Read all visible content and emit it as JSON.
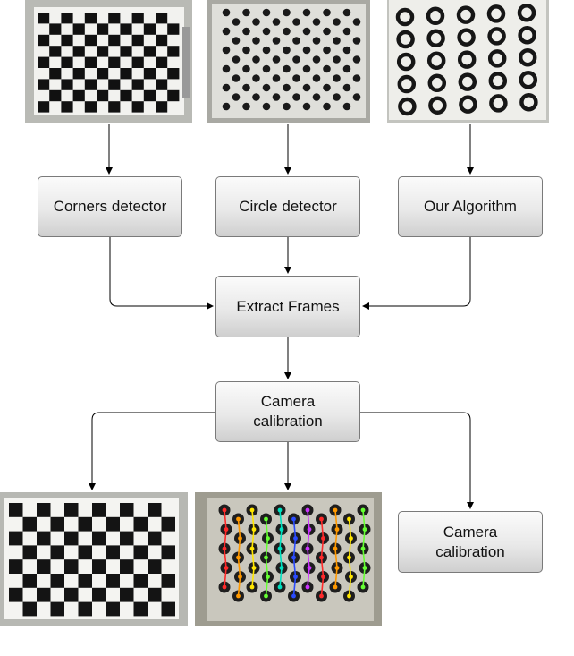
{
  "nodes": {
    "corners_detector": "Corners detector",
    "circle_detector": "Circle detector",
    "our_algorithm": "Our Algorithm",
    "extract_frames": "Extract Frames",
    "camera_calibration": "Camera calibration",
    "camera_calibration_output": "Camera calibration"
  },
  "images": {
    "checkerboard_input": "checkerboard pattern photo",
    "dot_grid_input": "asymmetric circle grid photo",
    "ring_grid_input": "concentric ring grid photo",
    "checkerboard_output": "undistorted checkerboard photo",
    "dot_grid_output": "circle grid with detected colored lines"
  },
  "colors": {
    "box_border": "#7a7a7a",
    "arrow": "#000000",
    "detected_lines": [
      "#ff2a2a",
      "#ff9900",
      "#ffe600",
      "#66ff33",
      "#00e0c0",
      "#2a4bff",
      "#cc33ff"
    ]
  }
}
